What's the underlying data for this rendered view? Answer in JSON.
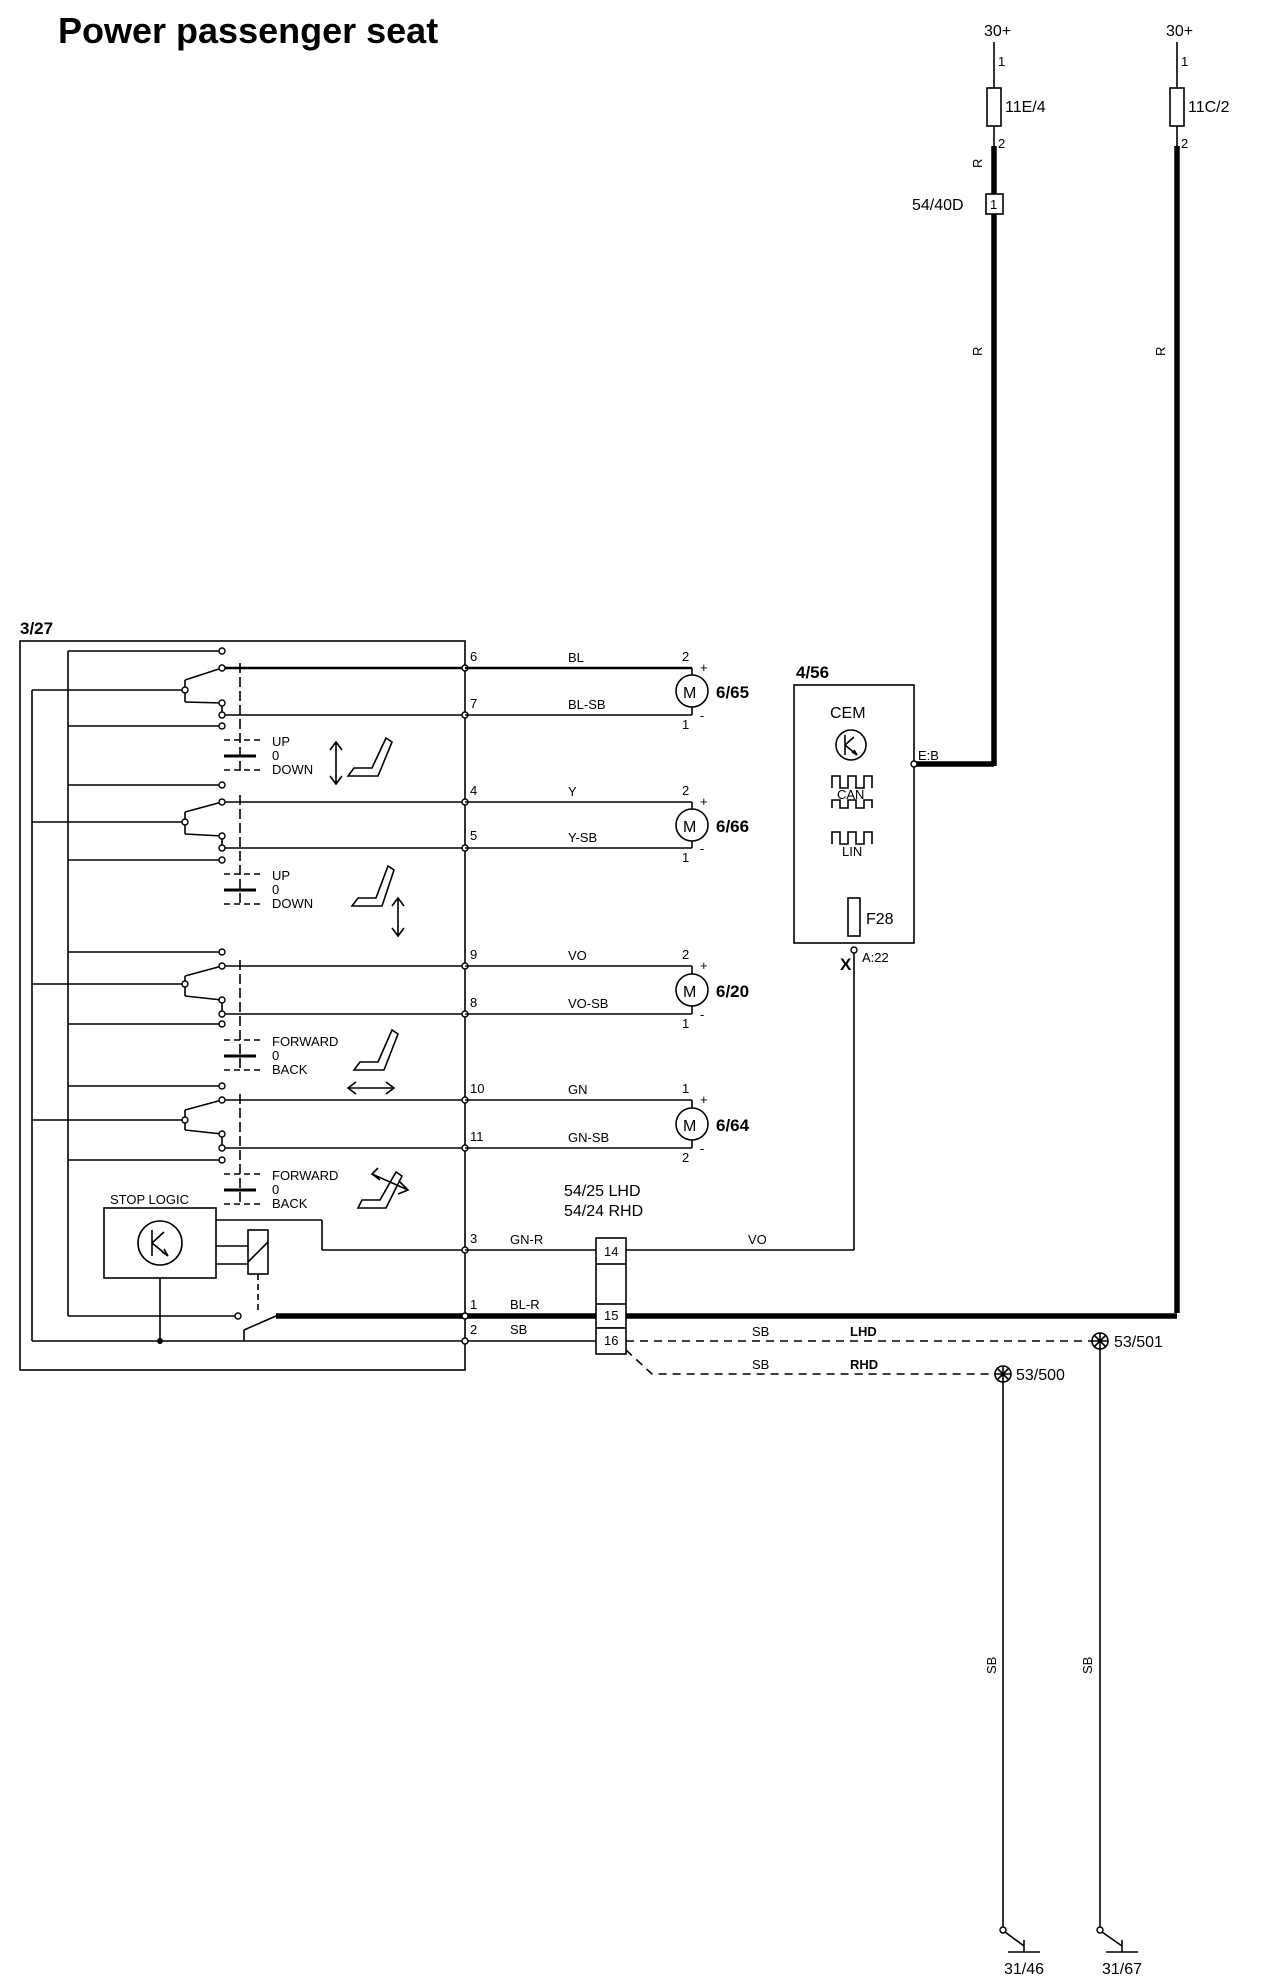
{
  "title": "Power passenger seat",
  "supply": {
    "left": {
      "label": "30+",
      "fuse": "11E/4",
      "pin_top": "1",
      "pin_bottom": "2",
      "wire_color": "R"
    },
    "right": {
      "label": "30+",
      "fuse": "11C/2",
      "pin_top": "1",
      "pin_bottom": "2",
      "wire_color": "R"
    },
    "connector": {
      "label": "54/40D",
      "pin": "1"
    }
  },
  "switch_module": {
    "id": "3/27",
    "stop_logic_label": "STOP LOGIC",
    "positions_updown": [
      "UP",
      "0",
      "DOWN"
    ],
    "positions_forwardback": [
      "FORWARD",
      "0",
      "BACK"
    ]
  },
  "motors": [
    {
      "id": "6/65",
      "pins": [
        "2",
        "1"
      ],
      "wires": [
        {
          "pin": "6",
          "color": "BL"
        },
        {
          "pin": "7",
          "color": "BL-SB"
        }
      ]
    },
    {
      "id": "6/66",
      "pins": [
        "2",
        "1"
      ],
      "wires": [
        {
          "pin": "4",
          "color": "Y"
        },
        {
          "pin": "5",
          "color": "Y-SB"
        }
      ]
    },
    {
      "id": "6/20",
      "pins": [
        "2",
        "1"
      ],
      "wires": [
        {
          "pin": "9",
          "color": "VO"
        },
        {
          "pin": "8",
          "color": "VO-SB"
        }
      ]
    },
    {
      "id": "6/64",
      "pins": [
        "1",
        "2"
      ],
      "wires": [
        {
          "pin": "10",
          "color": "GN"
        },
        {
          "pin": "11",
          "color": "GN-SB"
        }
      ]
    }
  ],
  "cem": {
    "id": "4/56",
    "name": "CEM",
    "can": "CAN",
    "lin": "LIN",
    "fuse": "F28",
    "pin_in": "E:B",
    "pin_out": "A:22",
    "x_mark": "X"
  },
  "connector_block": {
    "label_lhd": "54/25 LHD",
    "label_rhd": "54/24 RHD",
    "pins": [
      "14",
      "15",
      "16"
    ]
  },
  "harness": {
    "gnr": {
      "pin": "3",
      "color": "GN-R",
      "out_color": "VO"
    },
    "blr": {
      "pin": "1",
      "color": "BL-R"
    },
    "sb": {
      "pin": "2",
      "color": "SB"
    },
    "lhd": {
      "color": "SB",
      "tag": "LHD"
    },
    "rhd": {
      "color": "SB",
      "tag": "RHD"
    }
  },
  "grounds": {
    "splice_lhd": "53/501",
    "splice_rhd": "53/500",
    "ground_left": "31/46",
    "ground_right": "31/67",
    "wire_color": "SB"
  },
  "plus_sign": "+",
  "minus_sign": "-"
}
